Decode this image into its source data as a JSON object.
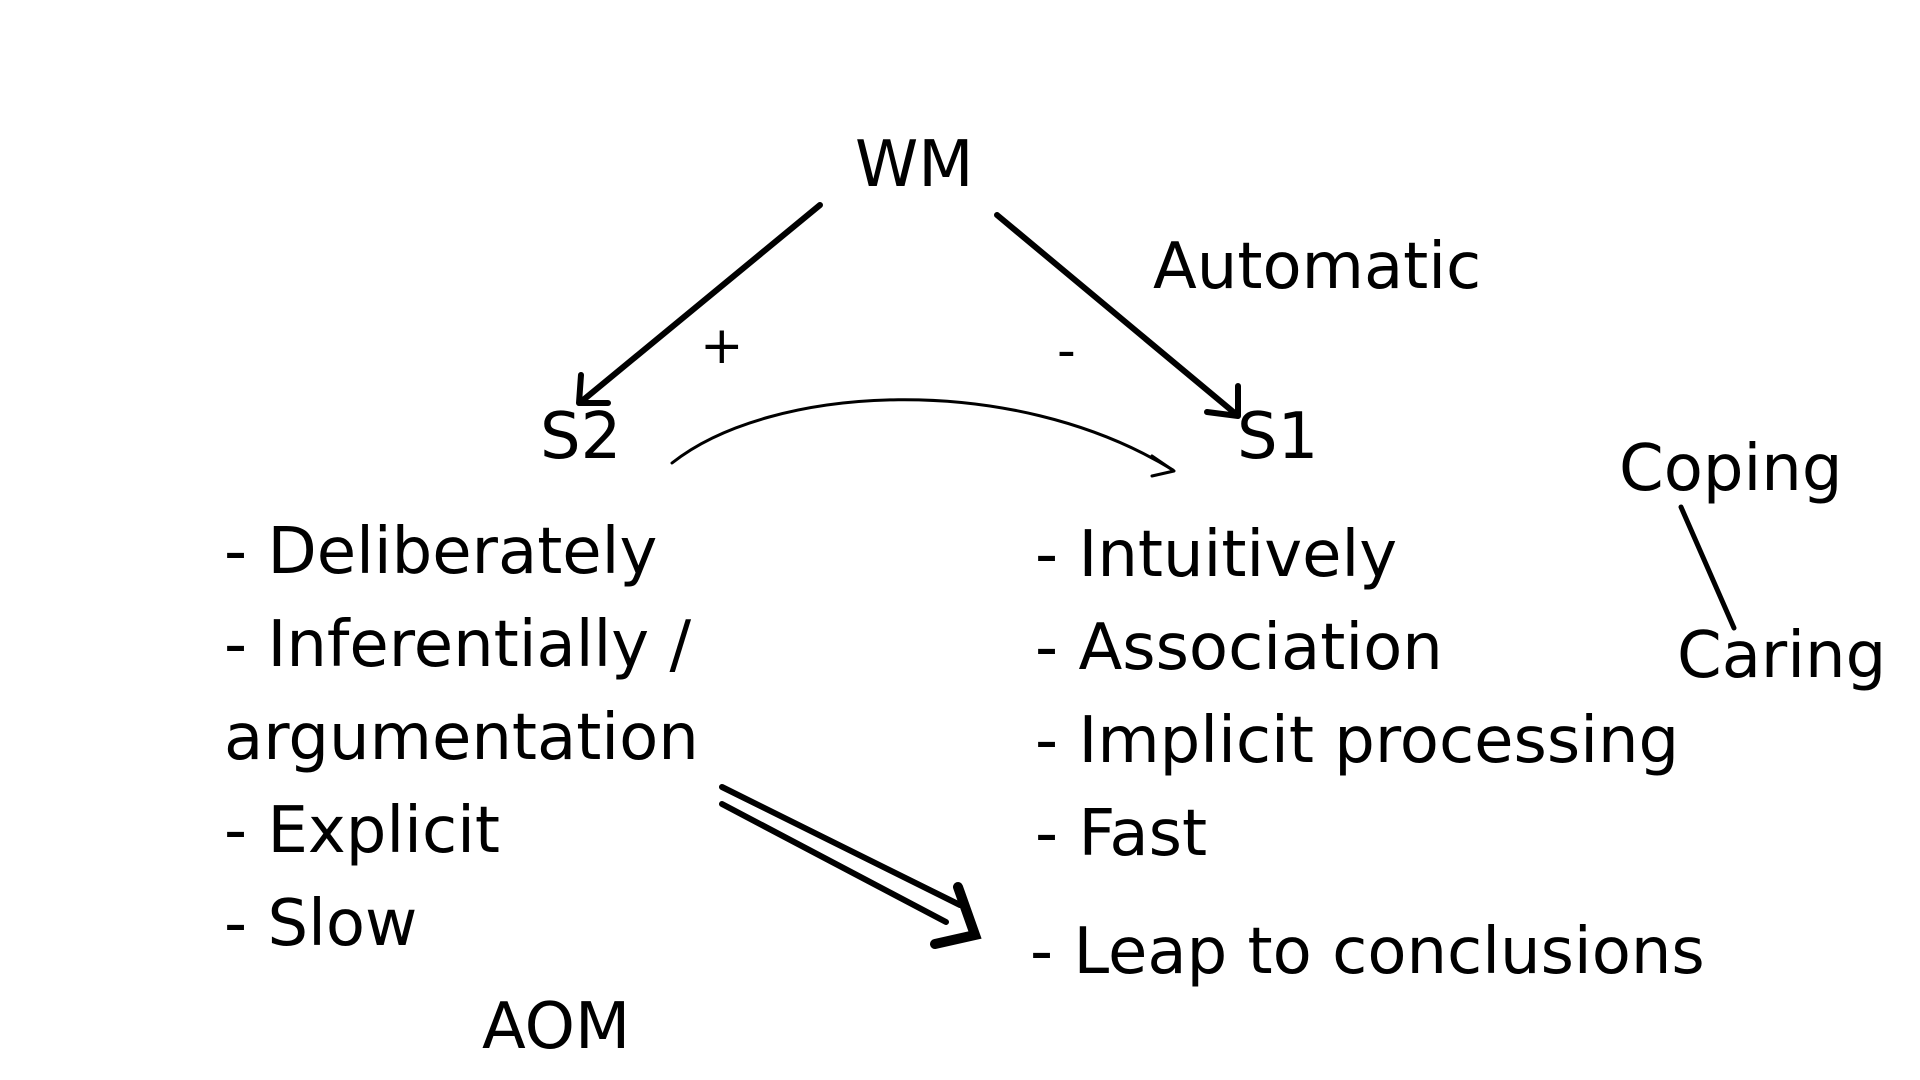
{
  "nodes": {
    "wm": "WM",
    "s2": "S2",
    "s1": "S1",
    "automatic": "Automatic",
    "plus": "+",
    "minus": "-",
    "coping": "Coping",
    "caring": "Caring",
    "aom": "AOM"
  },
  "s2_traits": [
    "- Deliberately",
    "- Inferentially /",
    "argumentation",
    "- Explicit",
    "- Slow"
  ],
  "s1_traits": [
    "- Intuitively",
    "- Association",
    "- Implicit processing",
    "- Fast"
  ],
  "outcome": "- Leap to conclusions"
}
